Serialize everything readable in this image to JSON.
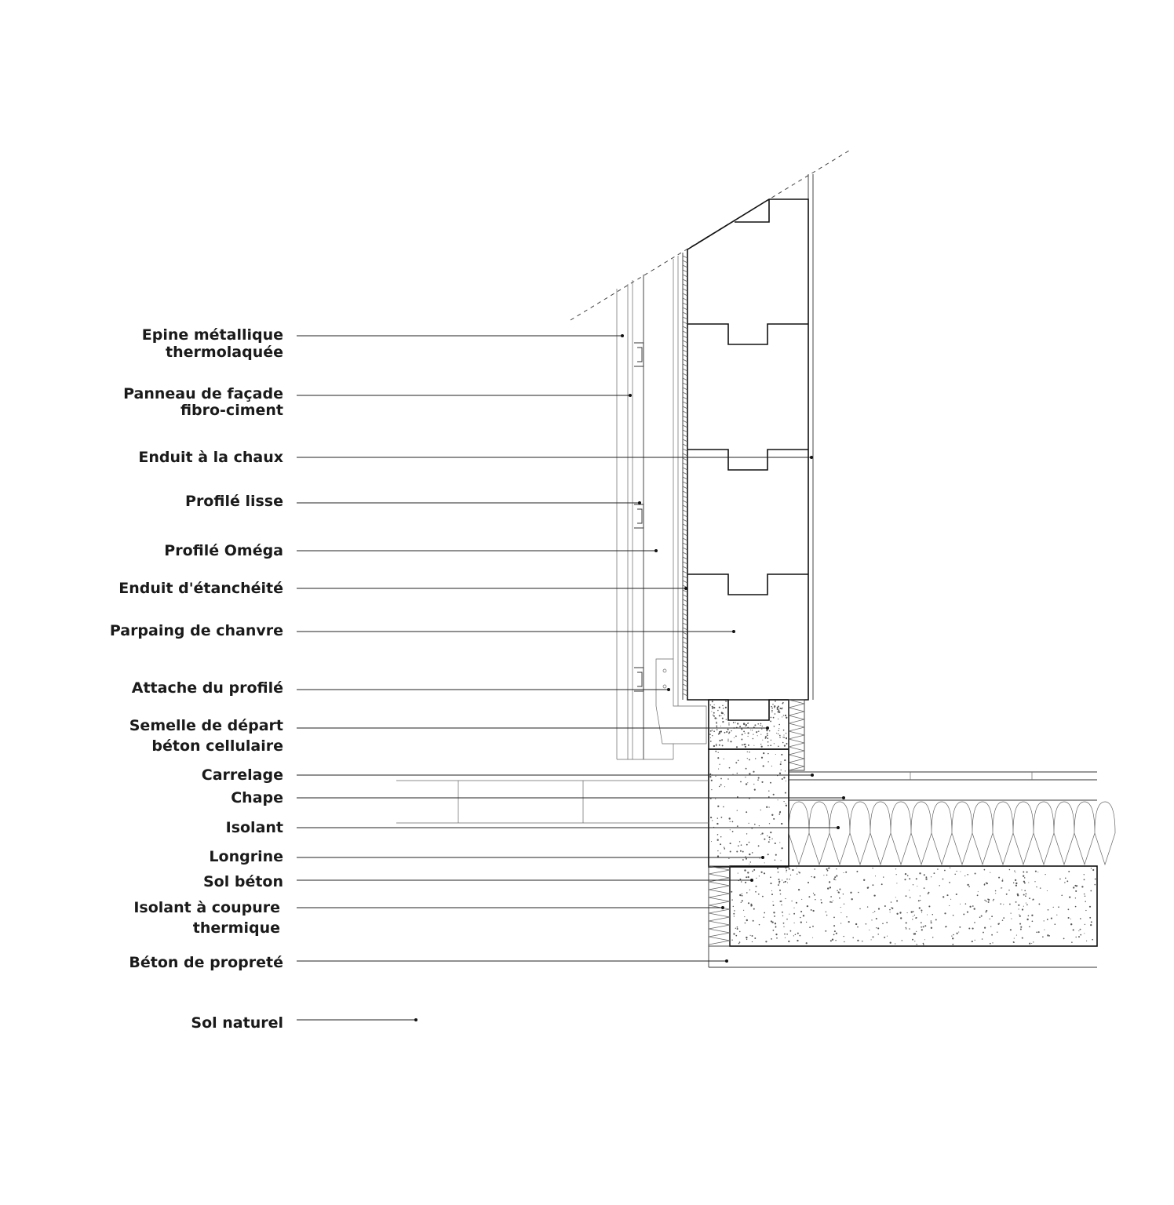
{
  "labels": [
    {
      "id": "epine",
      "lines": [
        "Epine métallique",
        "thermolaquée"
      ]
    },
    {
      "id": "panneau",
      "lines": [
        "Panneau de façade",
        "fibro-ciment"
      ]
    },
    {
      "id": "enduit-chaux",
      "lines": [
        "Enduit à la chaux"
      ]
    },
    {
      "id": "profile-lisse",
      "lines": [
        "Profilé lisse"
      ]
    },
    {
      "id": "profile-omega",
      "lines": [
        "Profilé Oméga"
      ]
    },
    {
      "id": "enduit-etancheite",
      "lines": [
        "Enduit d'étanchéité"
      ]
    },
    {
      "id": "parpaing",
      "lines": [
        "Parpaing de chanvre"
      ]
    },
    {
      "id": "attache",
      "lines": [
        "Attache du profilé"
      ]
    },
    {
      "id": "semelle",
      "lines": [
        "Semelle de départ",
        "béton cellulaire"
      ]
    },
    {
      "id": "carrelage",
      "lines": [
        "Carrelage"
      ]
    },
    {
      "id": "chape",
      "lines": [
        "Chape"
      ]
    },
    {
      "id": "isolant",
      "lines": [
        "Isolant"
      ]
    },
    {
      "id": "longrine",
      "lines": [
        "Longrine"
      ]
    },
    {
      "id": "sol-beton",
      "lines": [
        "Sol béton"
      ]
    },
    {
      "id": "isolant-coupure",
      "lines": [
        "Isolant à coupure",
        "thermique"
      ]
    },
    {
      "id": "beton-proprete",
      "lines": [
        "Béton de propreté"
      ]
    },
    {
      "id": "sol-naturel",
      "lines": [
        "Sol naturel"
      ]
    }
  ]
}
